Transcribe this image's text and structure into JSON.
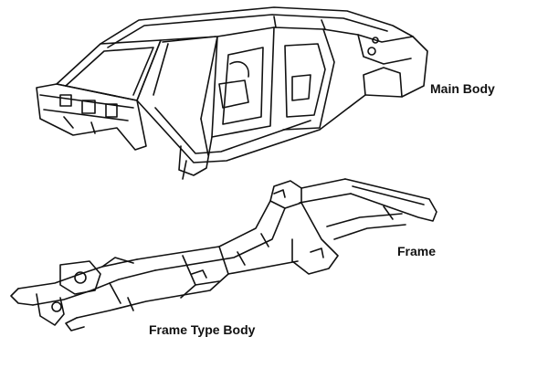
{
  "labels": {
    "main_body": "Main Body",
    "frame": "Frame",
    "frame_type_body": "Frame Type Body"
  },
  "colors": {
    "line": "#111111",
    "background": "#ffffff"
  }
}
